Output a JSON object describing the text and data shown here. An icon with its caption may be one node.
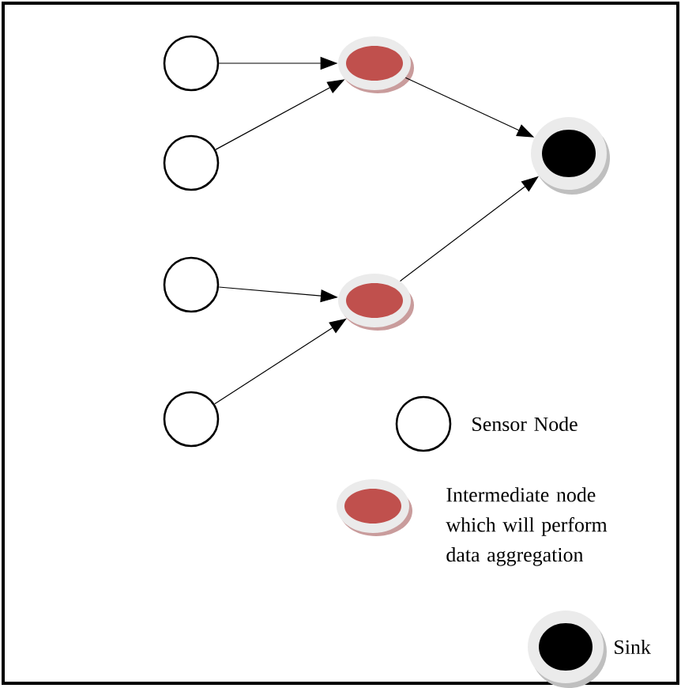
{
  "diagram": {
    "nodes": [
      {
        "text": [],
        "shape": "circle"
      },
      {
        "text": [],
        "shape": "circle"
      },
      {
        "text": [],
        "shape": "circle"
      },
      {
        "text": [],
        "shape": "circle"
      },
      {
        "text": [],
        "shape": "circle"
      },
      {
        "text": [],
        "shape": "circle"
      },
      {
        "text": [],
        "shape": "circle"
      }
    ],
    "edges": [
      {
        "from": 0,
        "to": 4,
        "arrow": "to"
      },
      {
        "from": 1,
        "to": 4,
        "arrow": "to"
      },
      {
        "from": 2,
        "to": 5,
        "arrow": "to"
      },
      {
        "from": 3,
        "to": 5,
        "arrow": "to"
      },
      {
        "from": 4,
        "to": 6,
        "arrow": "to"
      },
      {
        "from": 5,
        "to": 6,
        "arrow": "to"
      }
    ],
    "legend": [
      {
        "text": "Sensor Node"
      },
      {
        "text": "Intermediate node which will perform data aggregation"
      },
      {
        "text": "Sink"
      }
    ]
  }
}
